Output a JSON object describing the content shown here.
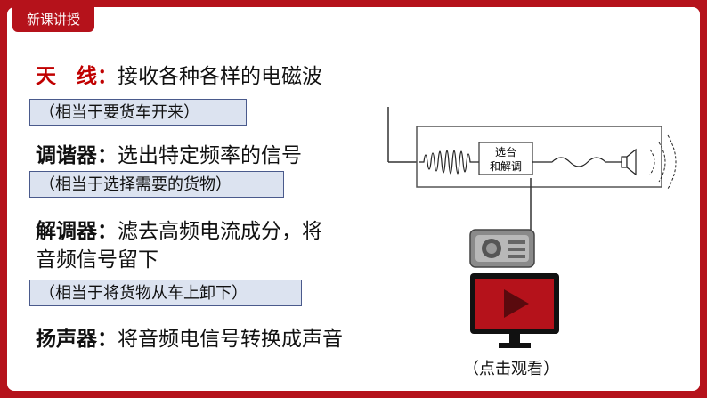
{
  "header": {
    "tab_label": "新课讲授"
  },
  "lines": [
    {
      "label": "天　线：",
      "text": "接收各种各样的电磁波"
    },
    {
      "label": "调谐器：",
      "text": "选出特定频率的信号"
    },
    {
      "label": "解调器：",
      "text": "滤去高频电流成分，将"
    },
    {
      "text_cont": "音频信号留下"
    },
    {
      "label": "扬声器：",
      "text": "将音频电信号转换成声音"
    }
  ],
  "hints": [
    "（相当于要货车开来）",
    "（相当于选择需要的货物）",
    "（相当于将货物从车上卸下）"
  ],
  "diagram": {
    "box_label_1": "选台",
    "box_label_2": "和解调"
  },
  "video": {
    "caption": "（点击观看）"
  },
  "colors": {
    "frame": "#b5121b",
    "label_red": "#c00000",
    "hint_bg": "#dce3f0",
    "play_red": "#b5121b"
  }
}
